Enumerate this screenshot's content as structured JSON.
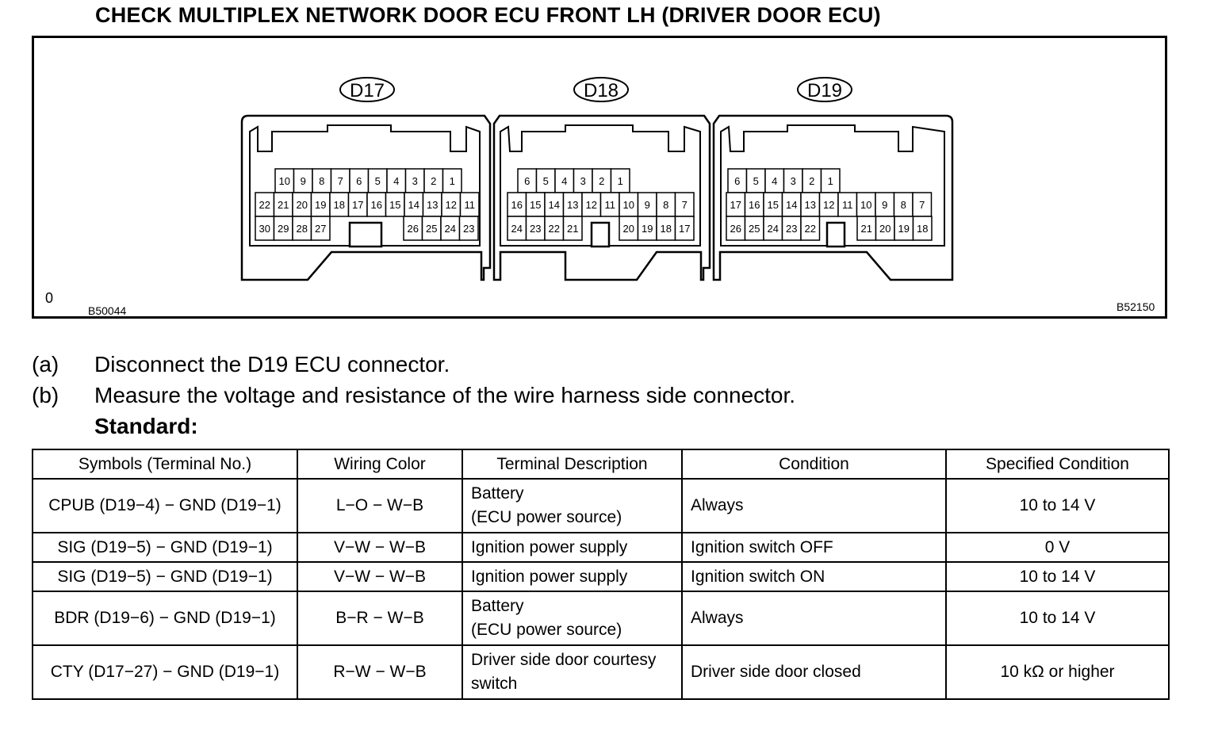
{
  "page": {
    "heading": "CHECK MULTIPLEX NETWORK DOOR ECU FRONT LH (DRIVER DOOR ECU)"
  },
  "figure": {
    "corner_mark": "0",
    "left_code": "B50044",
    "right_code": "B52150",
    "connectors": [
      {
        "label": "D17",
        "row1": [
          "10",
          "9",
          "8",
          "7",
          "6",
          "5",
          "4",
          "3",
          "2",
          "1"
        ],
        "row2": [
          "22",
          "21",
          "20",
          "19",
          "18",
          "17",
          "16",
          "15",
          "14",
          "13",
          "12",
          "11"
        ],
        "row3_left": [
          "30",
          "29",
          "28",
          "27"
        ],
        "row3_right": [
          "26",
          "25",
          "24",
          "23"
        ]
      },
      {
        "label": "D18",
        "row1": [
          "6",
          "5",
          "4",
          "3",
          "2",
          "1"
        ],
        "row2": [
          "16",
          "15",
          "14",
          "13",
          "12",
          "11",
          "10",
          "9",
          "8",
          "7"
        ],
        "row3_left": [
          "24",
          "23",
          "22",
          "21"
        ],
        "row3_right": [
          "20",
          "19",
          "18",
          "17"
        ]
      },
      {
        "label": "D19",
        "row1": [
          "6",
          "5",
          "4",
          "3",
          "2",
          "1"
        ],
        "row2": [
          "17",
          "16",
          "15",
          "14",
          "13",
          "12",
          "11",
          "10",
          "9",
          "8",
          "7"
        ],
        "row3_left": [
          "26",
          "25",
          "24",
          "23",
          "22"
        ],
        "row3_right": [
          "21",
          "20",
          "19",
          "18"
        ]
      }
    ]
  },
  "steps": [
    {
      "label": "(a)",
      "text": "Disconnect the D19 ECU connector."
    },
    {
      "label": "(b)",
      "text": "Measure the voltage and resistance of the wire harness side connector."
    }
  ],
  "standard_label": "Standard:",
  "table": {
    "headers": [
      "Symbols (Terminal No.)",
      "Wiring Color",
      "Terminal Description",
      "Condition",
      "Specified Condition"
    ],
    "rows": [
      {
        "symbols": "CPUB (D19−4) − GND (D19−1)",
        "wiring": "L−O − W−B",
        "desc1": "Battery",
        "desc2": "(ECU power source)",
        "condition": "Always",
        "spec": "10 to 14 V"
      },
      {
        "symbols": "SIG (D19−5) − GND (D19−1)",
        "wiring": "V−W − W−B",
        "desc1": "Ignition power supply",
        "desc2": "",
        "condition": "Ignition switch OFF",
        "spec": "0 V"
      },
      {
        "symbols": "SIG (D19−5) − GND (D19−1)",
        "wiring": "V−W − W−B",
        "desc1": "Ignition power supply",
        "desc2": "",
        "condition": "Ignition switch ON",
        "spec": "10 to 14 V"
      },
      {
        "symbols": "BDR (D19−6) − GND (D19−1)",
        "wiring": "B−R − W−B",
        "desc1": "Battery",
        "desc2": "(ECU power source)",
        "condition": "Always",
        "spec": "10 to 14 V"
      },
      {
        "symbols": "CTY (D17−27) − GND (D19−1)",
        "wiring": "R−W − W−B",
        "desc1": "Driver side door courtesy",
        "desc2": "switch",
        "condition": "Driver side door closed",
        "spec": "10 kΩ or higher"
      }
    ]
  }
}
